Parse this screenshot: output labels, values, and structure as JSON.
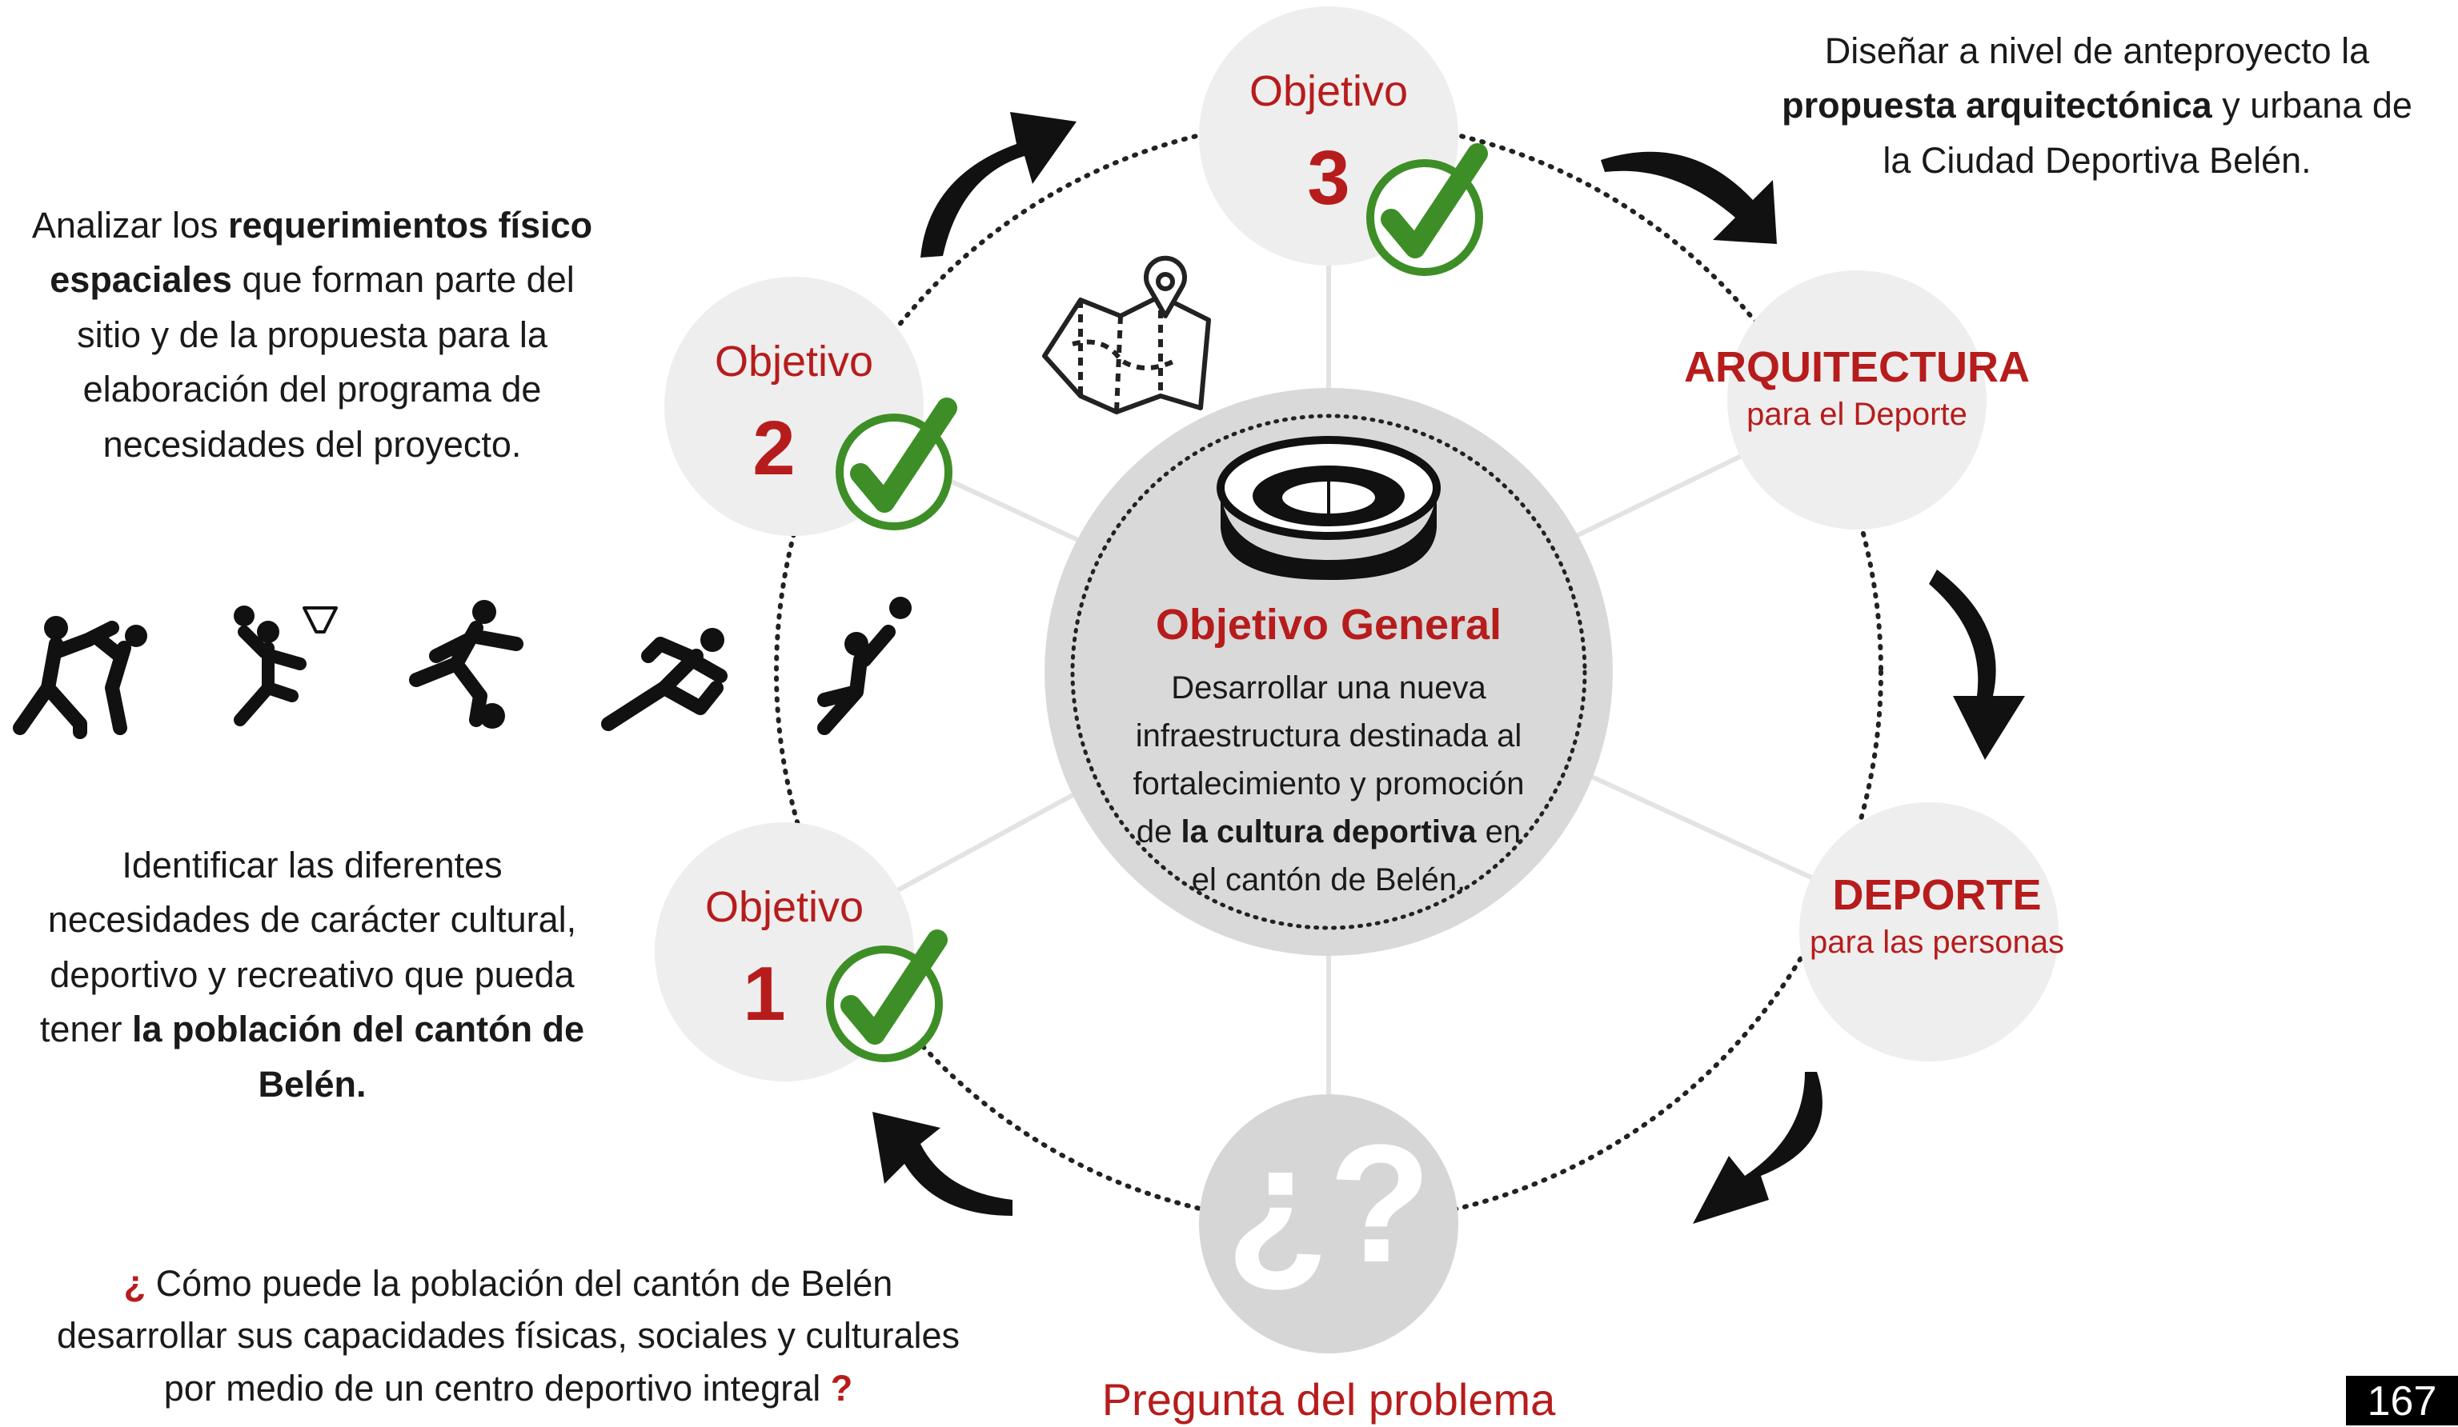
{
  "general": {
    "title": "Objetivo General",
    "line1": "Desarrollar una nueva",
    "line2": "infraestructura destinada al",
    "line3": "fortalecimiento y promoción",
    "line4_pre": "de ",
    "line4_bold": "la cultura deportiva",
    "line4_post": " en",
    "line5": "el cantón de Belén."
  },
  "objectives": [
    {
      "label": "Objetivo",
      "number": "1"
    },
    {
      "label": "Objetivo",
      "number": "2"
    },
    {
      "label": "Objetivo",
      "number": "3"
    }
  ],
  "architecture": {
    "title": "ARQUITECTURA",
    "subtitle": "para el Deporte"
  },
  "sport": {
    "title": "DEPORTE",
    "subtitle": "para las personas"
  },
  "problem": {
    "symbol": "¿?",
    "label": "Pregunta del problema"
  },
  "text_obj2": {
    "p1": "Analizar los ",
    "b1": "requerimientos físico",
    "b2": "espaciales",
    "p2": " que forman parte del",
    "l3": "sitio y de la propuesta para la",
    "l4": "elaboración del programa de",
    "l5": "necesidades del proyecto."
  },
  "text_obj3": {
    "l1": "Diseñar a nivel de anteproyecto la",
    "b1": "propuesta arquitectónica",
    "p2": " y urbana de",
    "l3": "la Ciudad Deportiva Belén."
  },
  "text_obj1": {
    "l1": "Identificar las diferentes",
    "l2": "necesidades de carácter cultural,",
    "l3": "deportivo y recreativo que pueda",
    "p4": "tener ",
    "b4": "la población del cantón de",
    "b5": "Belén."
  },
  "question": {
    "open": "¿",
    "l1": " Cómo puede la población del cantón de Belén",
    "l2": "desarrollar sus capacidades físicas, sociales y culturales",
    "l3": "por medio de un centro deportivo integral ",
    "close": "?"
  },
  "icons": [
    "stadium-icon",
    "map-pin-icon",
    "martial-arts-icon",
    "basketball-player-icon",
    "soccer-player-icon",
    "runner-icon",
    "volleyball-player-icon",
    "checkmark-icon",
    "curved-arrow-icon"
  ],
  "colors": {
    "accent_red": "#b71c1c",
    "check_green": "#3e8e27",
    "node_gray": "#eeeeee",
    "center_gray": "#d9d9d9"
  },
  "page_number": "167"
}
